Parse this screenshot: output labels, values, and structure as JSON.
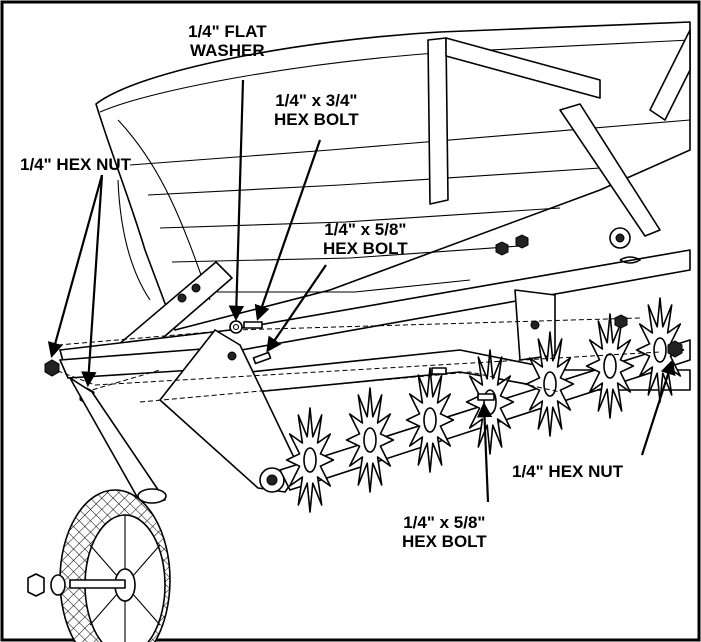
{
  "labels": {
    "flat_washer": [
      "1/4\" FLAT",
      "WASHER"
    ],
    "hex_bolt_34": [
      "1/4\" x 3/4\"",
      "HEX BOLT"
    ],
    "hex_nut_left": [
      "1/4\" HEX NUT"
    ],
    "hex_bolt_58_top": [
      "1/4\" x 5/8\"",
      "HEX BOLT"
    ],
    "hex_nut_right": [
      "1/4\" HEX NUT"
    ],
    "hex_bolt_58_bottom": [
      "1/4\" x 5/8\"",
      "HEX BOLT"
    ]
  }
}
